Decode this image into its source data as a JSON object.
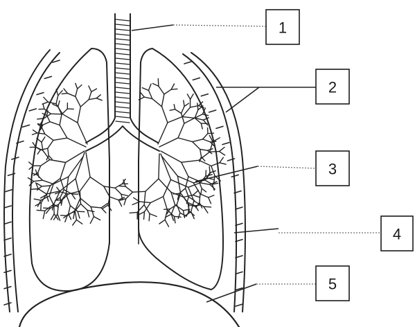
{
  "labels": [
    {
      "id": "1",
      "text": "1"
    },
    {
      "id": "2",
      "text": "2"
    },
    {
      "id": "3",
      "text": "3"
    },
    {
      "id": "4",
      "text": "4"
    },
    {
      "id": "5",
      "text": "5"
    }
  ],
  "colors": {
    "ink": "#222222",
    "leader_dotted": "#6e6e6e",
    "background": "#ffffff"
  }
}
